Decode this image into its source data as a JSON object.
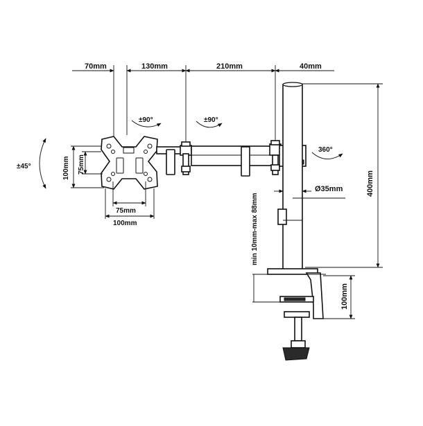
{
  "labels": {
    "dim_70": "70mm",
    "dim_130": "130mm",
    "dim_210": "210mm",
    "dim_40": "40mm",
    "dim_400": "400mm",
    "dim_100_height": "100mm",
    "dim_75_height": "75mm",
    "dim_75_width": "75mm",
    "dim_100_width": "100mm",
    "tilt": "±45°",
    "swivel_1": "±90°",
    "swivel_2": "±90°",
    "rotation": "360°",
    "pole_diameter": "Ø35mm",
    "clamp_range": "min 10mm-max 88mm",
    "clamp_height": "100mm"
  }
}
